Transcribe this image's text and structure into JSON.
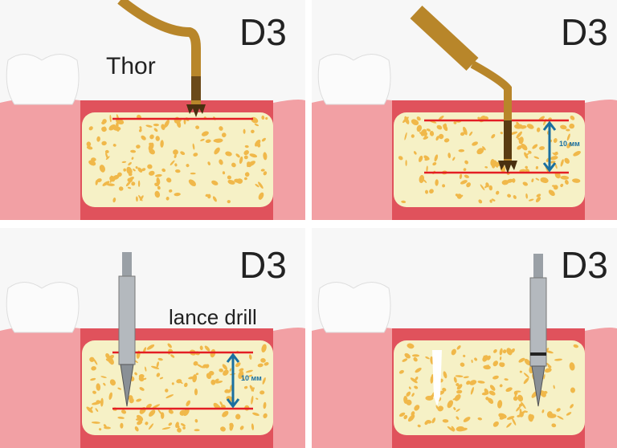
{
  "panels": [
    {
      "id": "p1",
      "density": "D3",
      "label": "Thor",
      "tool": "piezo-tip",
      "top_line": true,
      "bottom_line": false
    },
    {
      "id": "p2",
      "density": "D3",
      "label": "",
      "tool": "piezo-tip-angled",
      "measure": "10 мм"
    },
    {
      "id": "p3",
      "density": "D3",
      "label": "lance drill",
      "tool": "lance-drill",
      "measure": "10 мм"
    },
    {
      "id": "p4",
      "density": "D3",
      "label": "",
      "tool": "lance-drill-inserted"
    }
  ],
  "colors": {
    "gum": "#f2a0a4",
    "gum_dark": "#e0525c",
    "bone": "#f6f1c6",
    "bone_spot": "#f0b84a",
    "line": "#e31e24",
    "arrow": "#1a6fa0",
    "gold": "#b8862a",
    "steel": "#9aa0a6"
  }
}
